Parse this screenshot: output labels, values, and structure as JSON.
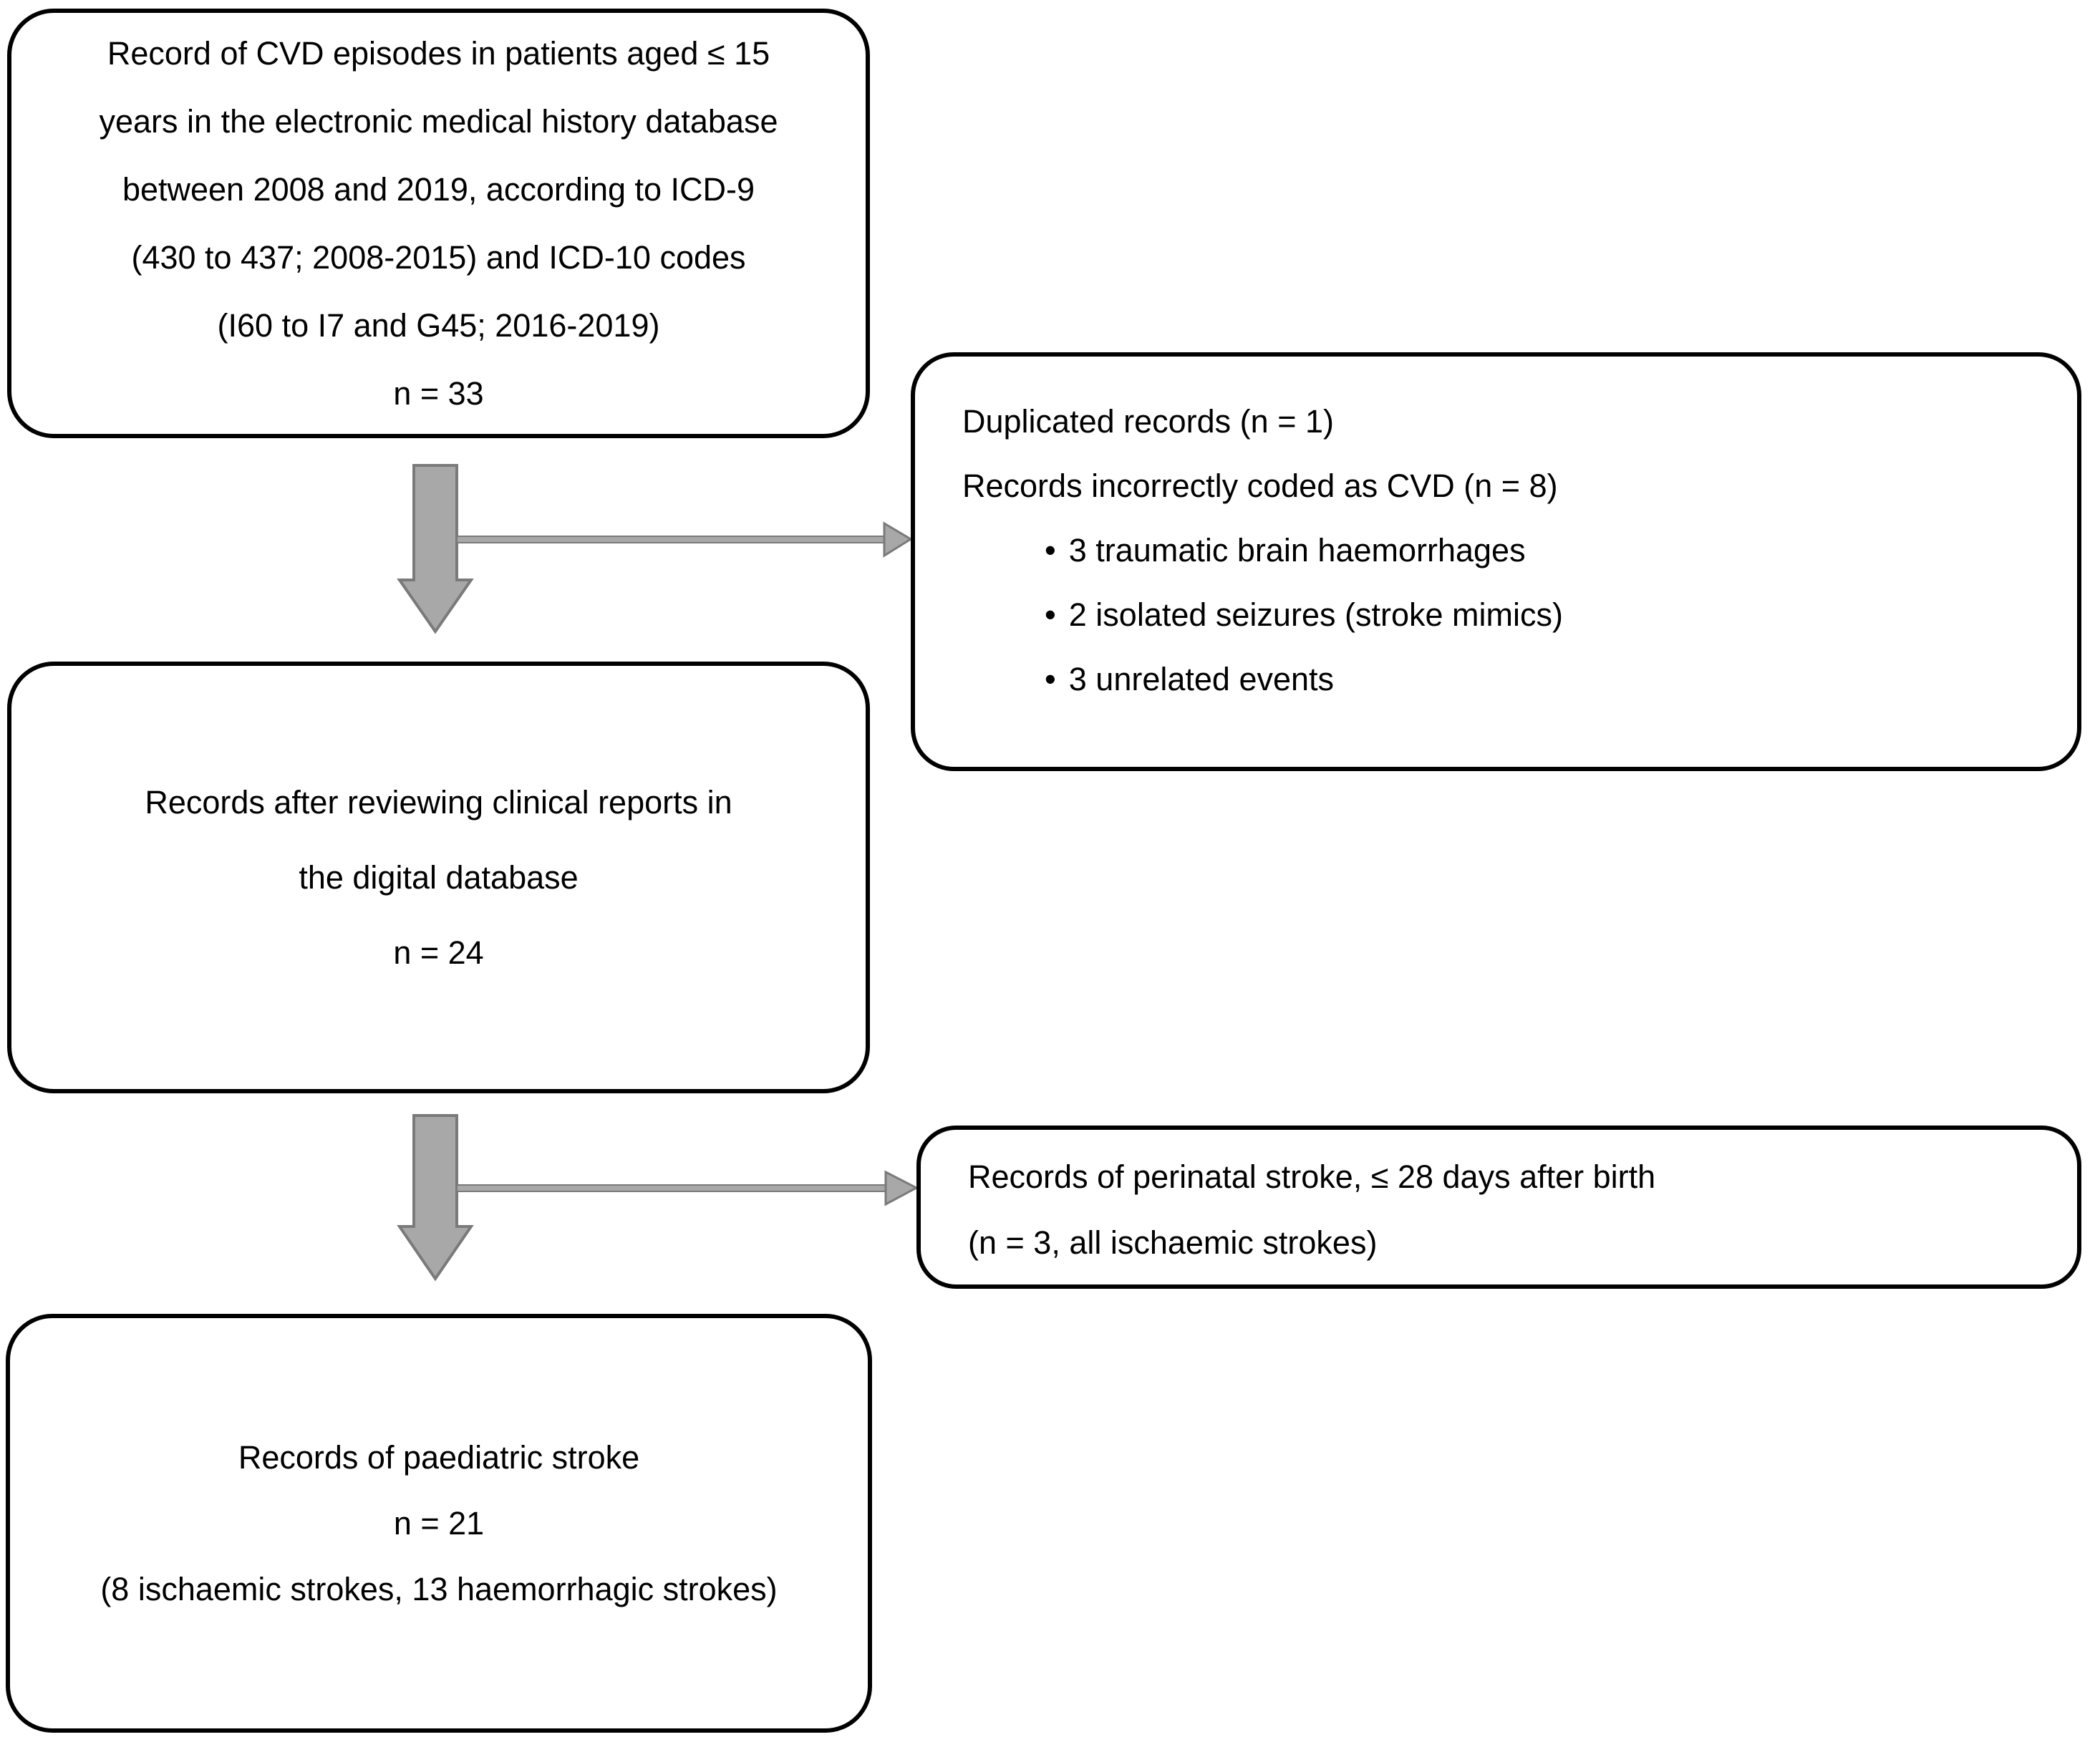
{
  "colors": {
    "background": "#ffffff",
    "box_border": "#000000",
    "text": "#000000",
    "arrow_fill": "#a8a8a8",
    "arrow_stroke": "#7a7a7a"
  },
  "flowchart": {
    "source_box": {
      "lines": [
        "Record of CVD episodes in patients aged ≤ 15",
        "years in the electronic medical history database",
        "between 2008 and 2019, according to ICD-9",
        "(430 to 437; 2008-2015) and ICD-10 codes",
        "(I60 to I7 and G45; 2016-2019)",
        "n = 33"
      ]
    },
    "excluded_box_1": {
      "lines": [
        "Duplicated records (n = 1)",
        "Records incorrectly coded as CVD (n = 8)"
      ],
      "bullet_char": "•",
      "bullets": [
        "3 traumatic brain haemorrhages",
        "2 isolated seizures (stroke mimics)",
        "3 unrelated events"
      ]
    },
    "review_box": {
      "lines": [
        "Records after reviewing clinical reports in",
        "the digital database",
        "n = 24"
      ]
    },
    "excluded_box_2": {
      "lines": [
        "Records of perinatal stroke, ≤ 28 days after birth",
        "(n = 3, all ischaemic strokes)"
      ]
    },
    "final_box": {
      "lines": [
        "Records of paediatric stroke",
        "n = 21",
        "(8 ischaemic strokes, 13 haemorrhagic strokes)"
      ]
    }
  }
}
